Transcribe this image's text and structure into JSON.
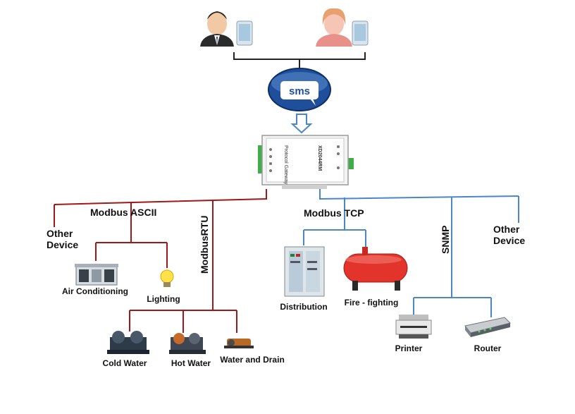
{
  "sms": {
    "label": "sms"
  },
  "gateway": {
    "model": "XD2044RM",
    "name": "Protocol Gateway"
  },
  "protocols": {
    "modbus_ascii": "Modbus ASCII",
    "modbus_rtu": "ModbusRTU",
    "modbus_tcp": "Modbus TCP",
    "snmp": "SNMP"
  },
  "other_device_left": [
    "Other",
    "Device"
  ],
  "other_device_right": [
    "Other",
    "Device"
  ],
  "devices": {
    "air_conditioning": "Air Conditioning",
    "lighting": "Lighting",
    "cold_water": "Cold Water",
    "hot_water": "Hot Water",
    "water_and_drain": "Water and Drain",
    "distribution": "Distribution",
    "fire_fighting": "Fire - fighting",
    "printer": "Printer",
    "router": "Router"
  },
  "colors": {
    "serial_lines": "#a01818",
    "network_lines": "#4a86c8",
    "sms_bubble": "#1f4f9a"
  }
}
